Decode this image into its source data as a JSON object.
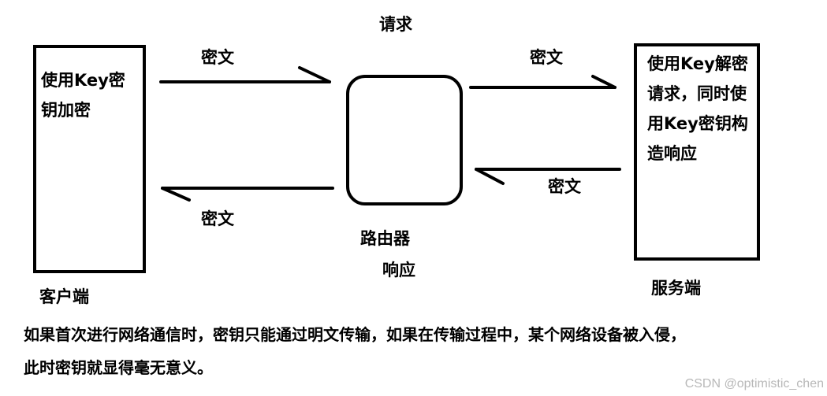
{
  "labels": {
    "request": "请求",
    "response": "响应",
    "router": "路由器",
    "client": "客户端",
    "server": "服务端",
    "ciphertext": "密文"
  },
  "client_box": {
    "text": "使用Key密\n钥加密"
  },
  "server_box": {
    "text": "使用Key解密\n请求，同时使\n用Key密钥构\n造响应"
  },
  "footer": {
    "line1": "如果首次进行网络通信时，密钥只能通过明文传输，如果在传输过程中，某个网络设备被入侵，",
    "line2": "此时密钥就显得毫无意义。"
  },
  "watermark": "CSDN @optimistic_chen"
}
